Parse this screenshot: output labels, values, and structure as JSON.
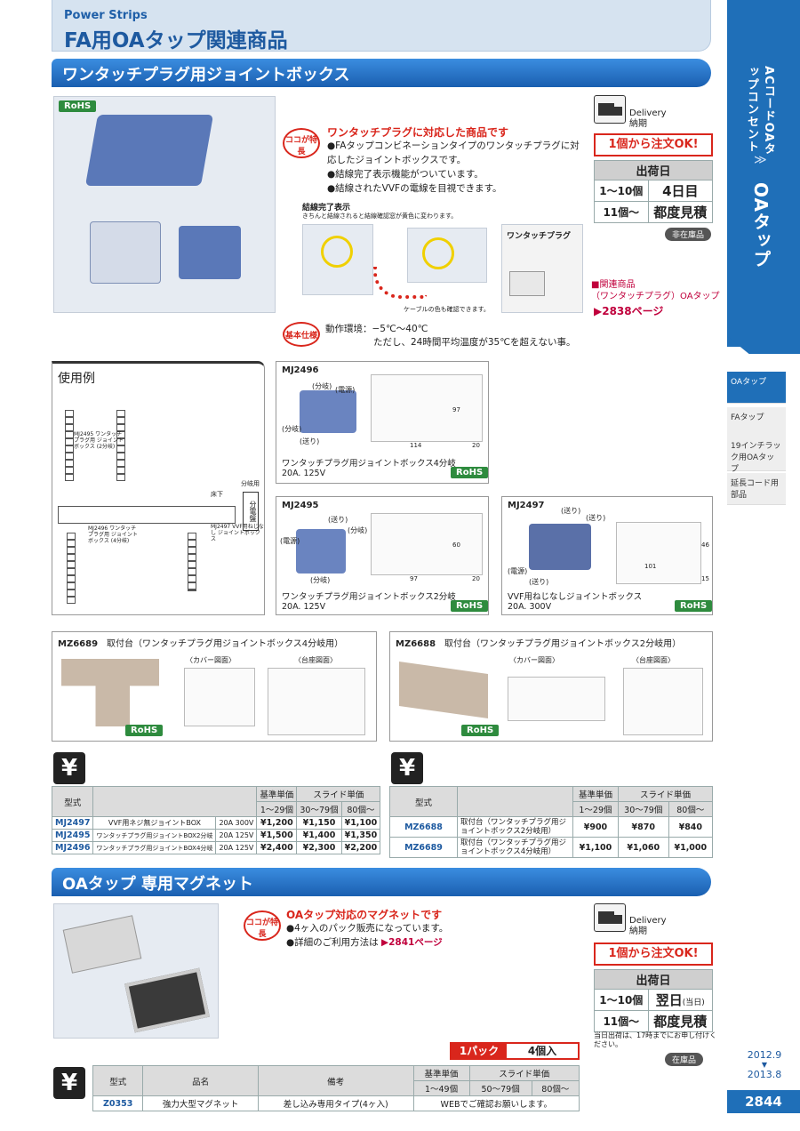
{
  "header": {
    "subtitle": "Power Strips",
    "title": "FA用OAタップ関連商品"
  },
  "sidebar": {
    "top_label": "ACコードOAタップコンセント",
    "chevron": "≫",
    "section_label": "OAタップ",
    "tabs": [
      "OAタップ",
      "FAタップ",
      "19インチラック用OAタップ",
      "延長コード用部品"
    ],
    "dates": {
      "from": "2012.9",
      "to": "2013.8"
    },
    "page_number": "2844"
  },
  "section1": {
    "title": "ワンタッチプラグ用ジョイントボックス",
    "rohs": "RoHS",
    "feature_badge": "ココが特長",
    "feature_headline": "ワンタッチプラグに対応した商品です",
    "features": [
      "●FAタップコンビネーションタイプのワンタッチプラグに対応したジョイントボックスです。",
      "●結線完了表示機能がついています。",
      "●結線されたVVFの電線を目視できます。"
    ],
    "callout_title": "結線完了表示",
    "callout_text": "きちんと結線されると結線確認窓が黄色に変わります。",
    "cable_note": "ケーブルの色も確認できます。",
    "plug_label": "ワンタッチプラグ",
    "spec_badge": "基本仕様",
    "spec_line1": "動作環境：−5℃〜40℃",
    "spec_line2": "ただし、24時間平均温度が35℃を超えない事。",
    "related_title": "■関連商品",
    "related_item": "（ワンタッチプラグ）OAタップ",
    "related_page": "2838ページ",
    "delivery_label": "Delivery",
    "delivery_sub": "納期",
    "order_ok": "1個から注文OK!",
    "ship_header": "出荷日",
    "ship_rows": [
      [
        "1〜10個",
        "4日目"
      ],
      [
        "11個〜",
        "都度見積"
      ]
    ],
    "stock": "非在庫品"
  },
  "usage": {
    "title": "使用例",
    "labels": [
      "MJ2495 ワンタッチプラグ用 ジョイントボックス (2分岐)",
      "MJ2496 ワンタッチプラグ用 ジョイントボックス (4分岐)",
      "MJ2497 VVF用ねじなし ジョイントボックス",
      "床下",
      "分岐用",
      "分電盤"
    ]
  },
  "products": [
    {
      "code": "MJ2496",
      "name": "ワンタッチプラグ用ジョイントボックス4分岐",
      "rating": "20A. 125V",
      "rohs": "RoHS",
      "dims": [
        "114",
        "97",
        "20"
      ],
      "parts": [
        "(分岐)",
        "(電源)",
        "(分岐)",
        "(送り)"
      ]
    },
    {
      "code": "MJ2495",
      "name": "ワンタッチプラグ用ジョイントボックス2分岐",
      "rating": "20A. 125V",
      "rohs": "RoHS",
      "dims": [
        "97",
        "60",
        "20"
      ],
      "parts": [
        "(送り)",
        "(分岐)",
        "(電源)",
        "(分岐)"
      ]
    },
    {
      "code": "MJ2497",
      "name": "VVF用ねじなしジョイントボックス",
      "rating": "20A. 300V",
      "rohs": "RoHS",
      "dims": [
        "101",
        "46",
        "15"
      ],
      "parts": [
        "(送り)",
        "(送り)",
        "(電源)",
        "(送り)"
      ]
    }
  ],
  "mounts": [
    {
      "code": "MZ6689",
      "name": "取付台（ワンタッチプラグ用ジョイントボックス4分岐用）",
      "cover_label": "〈カバー図面〉",
      "base_label": "〈台座図面〉",
      "rohs": "RoHS"
    },
    {
      "code": "MZ6688",
      "name": "取付台（ワンタッチプラグ用ジョイントボックス2分岐用）",
      "cover_label": "〈カバー図面〉",
      "base_label": "〈台座図面〉",
      "rohs": "RoHS"
    }
  ],
  "price1": {
    "h_model": "型式",
    "h_base": "基準単価",
    "h_slide": "スライド単価",
    "h_q1": "1〜29個",
    "h_q2": "30〜79個",
    "h_q3": "80個〜",
    "rows": [
      [
        "MJ2497",
        "VVF用ネジ無ジョイントBOX",
        "20A 300V",
        "¥1,200",
        "¥1,150",
        "¥1,100"
      ],
      [
        "MJ2495",
        "ワンタッチプラグ用ジョイントBOX2分岐",
        "20A 125V",
        "¥1,500",
        "¥1,400",
        "¥1,350"
      ],
      [
        "MJ2496",
        "ワンタッチプラグ用ジョイントBOX4分岐",
        "20A 125V",
        "¥2,400",
        "¥2,300",
        "¥2,200"
      ]
    ]
  },
  "price2": {
    "h_model": "型式",
    "h_base": "基準単価",
    "h_slide": "スライド単価",
    "h_q1": "1〜29個",
    "h_q2": "30〜79個",
    "h_q3": "80個〜",
    "rows": [
      [
        "MZ6688",
        "取付台（ワンタッチプラグ用ジョイントボックス2分岐用）",
        "¥900",
        "¥870",
        "¥840"
      ],
      [
        "MZ6689",
        "取付台（ワンタッチプラグ用ジョイントボックス4分岐用）",
        "¥1,100",
        "¥1,060",
        "¥1,000"
      ]
    ]
  },
  "section2": {
    "title": "OAタップ 専用マグネット",
    "feature_badge": "ココが特長",
    "feature_headline": "OAタップ対応のマグネットです",
    "features": [
      "●4ヶ入のパック販売になっています。",
      "●詳細のご利用方法は"
    ],
    "detail_page": "2841ページ",
    "delivery_label": "Delivery",
    "delivery_sub": "納期",
    "order_ok": "1個から注文OK!",
    "ship_header": "出荷日",
    "ship_rows": [
      [
        "1〜10個",
        "翌日",
        "(当日)"
      ],
      [
        "11個〜",
        "都度見積",
        ""
      ]
    ],
    "ship_note": "当日出荷は、17時までにお申し付けください。",
    "stock": "在庫品",
    "pack_label": "1パック",
    "pack_qty": "4個入",
    "table": {
      "h_model": "型式",
      "h_name": "品名",
      "h_note": "備考",
      "h_base": "基準単価",
      "h_slide": "スライド単価",
      "h_q1": "1〜49個",
      "h_q2": "50〜79個",
      "h_q3": "80個〜",
      "row": {
        "code": "Z0353",
        "name": "強力大型マグネット",
        "note": "差し込み専用タイプ(4ヶ入)",
        "price": "WEBでご確認お願いします。"
      }
    }
  },
  "yen_symbol": "¥"
}
